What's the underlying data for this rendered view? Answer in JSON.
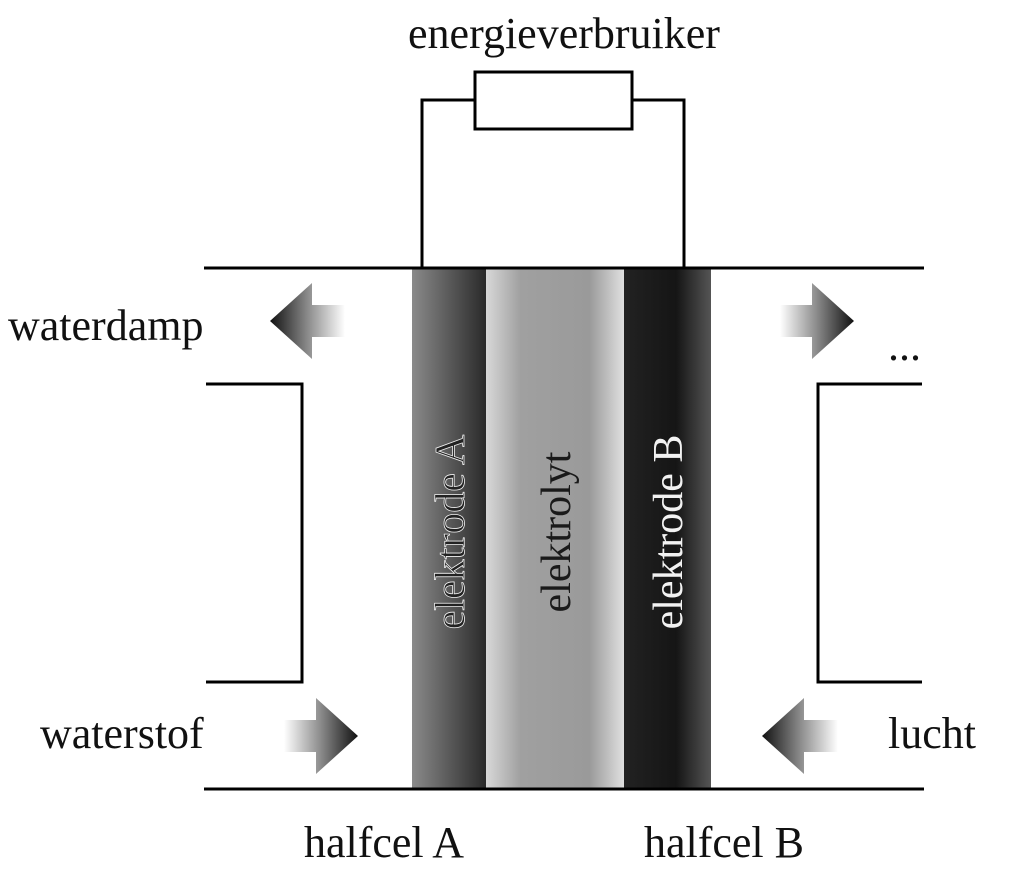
{
  "labels": {
    "load": "energieverbruiker",
    "water_vapour": "waterdamp",
    "outlet_right": "...",
    "hydrogen": "waterstof",
    "air": "lucht",
    "half_cell_a": "halfcel A",
    "half_cell_b": "halfcel B"
  },
  "layers": {
    "electrode_a": "elektrode A",
    "electrolyte": "elektrolyt",
    "electrode_b": "elektrode B"
  },
  "colors": {
    "line": "#000000",
    "electrode_a": "#5a5a5a",
    "electrolyte": "#a8a8a8",
    "electrode_b": "#1c1c1c"
  }
}
